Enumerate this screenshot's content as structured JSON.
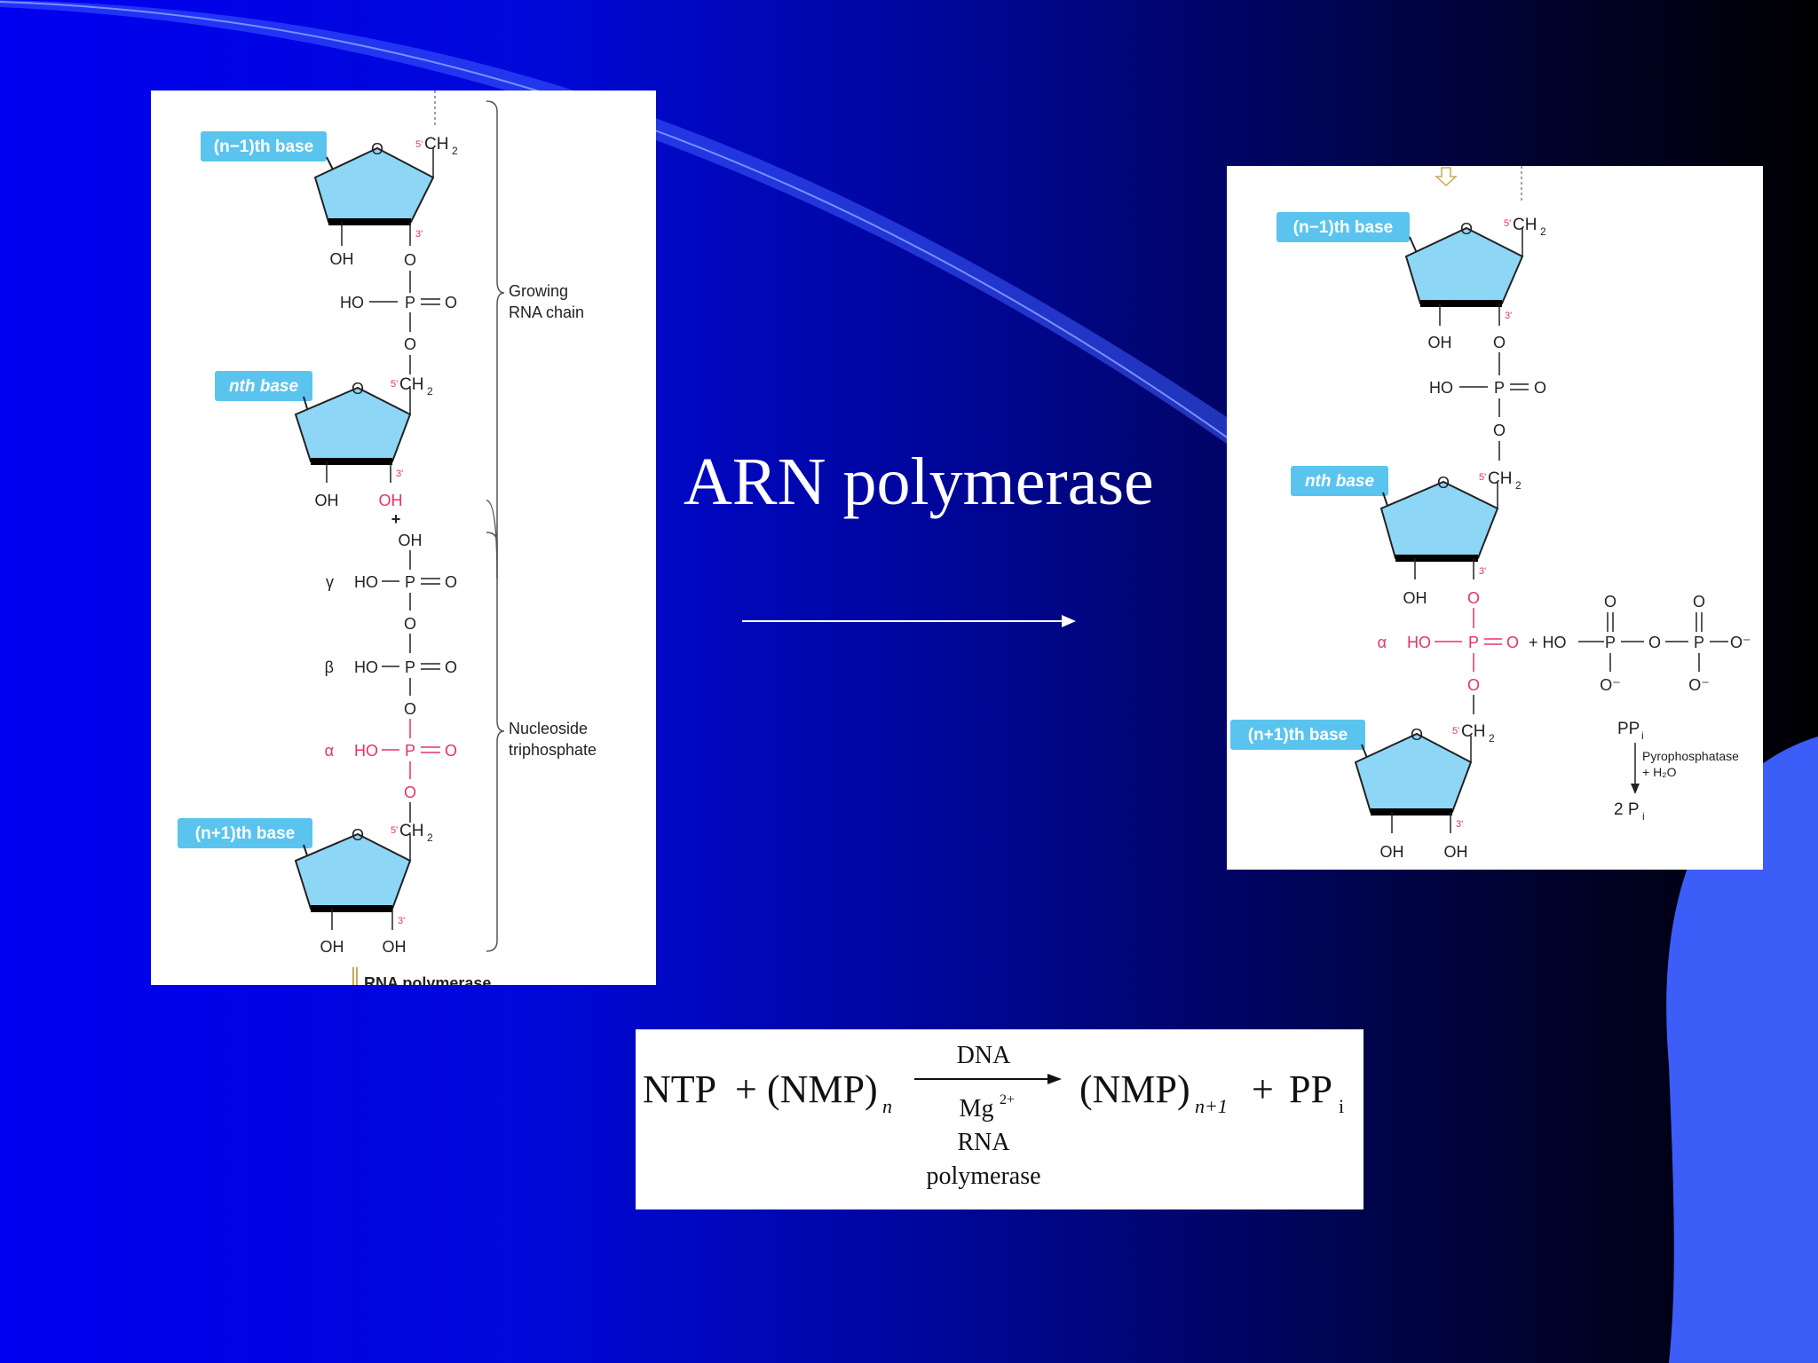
{
  "slide": {
    "title": "ARN polymerase",
    "colors": {
      "background_left": "#0000f0",
      "background_right": "#000000",
      "swoosh": "#3a5cff",
      "base_label": "#5bc4ee",
      "sugar_fill": "#8ed6f6",
      "highlight": "#e8306a"
    }
  },
  "left_diagram": {
    "base_n_minus_1": "(n−1)th base",
    "base_n": "nth base",
    "base_n_plus_1": "(n+1)th base",
    "ring_o": "O",
    "ch2": "CH",
    "ch2_sub": "2",
    "five_prime": "5'",
    "three_prime": "3'",
    "oh": "OH",
    "o": "O",
    "p": "P",
    "ho": "HO",
    "plus": "+",
    "gamma": "γ",
    "beta": "β",
    "alpha": "α",
    "brace_growing_line1": "Growing",
    "brace_growing_line2": "RNA chain",
    "brace_ntp_line1": "Nucleoside",
    "brace_ntp_line2": "triphosphate",
    "bottom_label": "RNA polymerase"
  },
  "right_diagram": {
    "base_n_minus_1": "(n−1)th base",
    "base_n": "nth base",
    "base_n_plus_1": "(n+1)th base",
    "ring_o": "O",
    "ch2": "CH",
    "ch2_sub": "2",
    "five_prime": "5'",
    "three_prime": "3'",
    "oh": "OH",
    "o": "O",
    "p": "P",
    "ho": "HO",
    "alpha": "α",
    "plus_ho": "+ HO",
    "o_minus": "O⁻",
    "ppi": "PP",
    "ppi_sub": "i",
    "enzyme": "Pyrophosphatase",
    "water": "+ H₂O",
    "product": "2 P",
    "product_sub": "i"
  },
  "equation": {
    "ntp": "NTP",
    "plus": "+",
    "nmp_n": "(NMP)",
    "sub_n": "n",
    "above_arrow": "DNA",
    "below_arrow_1": "Mg",
    "below_arrow_1_sup": "2+",
    "below_arrow_2": "RNA",
    "below_arrow_3": "polymerase",
    "nmp_n1": "(NMP)",
    "sub_n1": "n+1",
    "ppi": "PP",
    "ppi_sub": "i"
  }
}
